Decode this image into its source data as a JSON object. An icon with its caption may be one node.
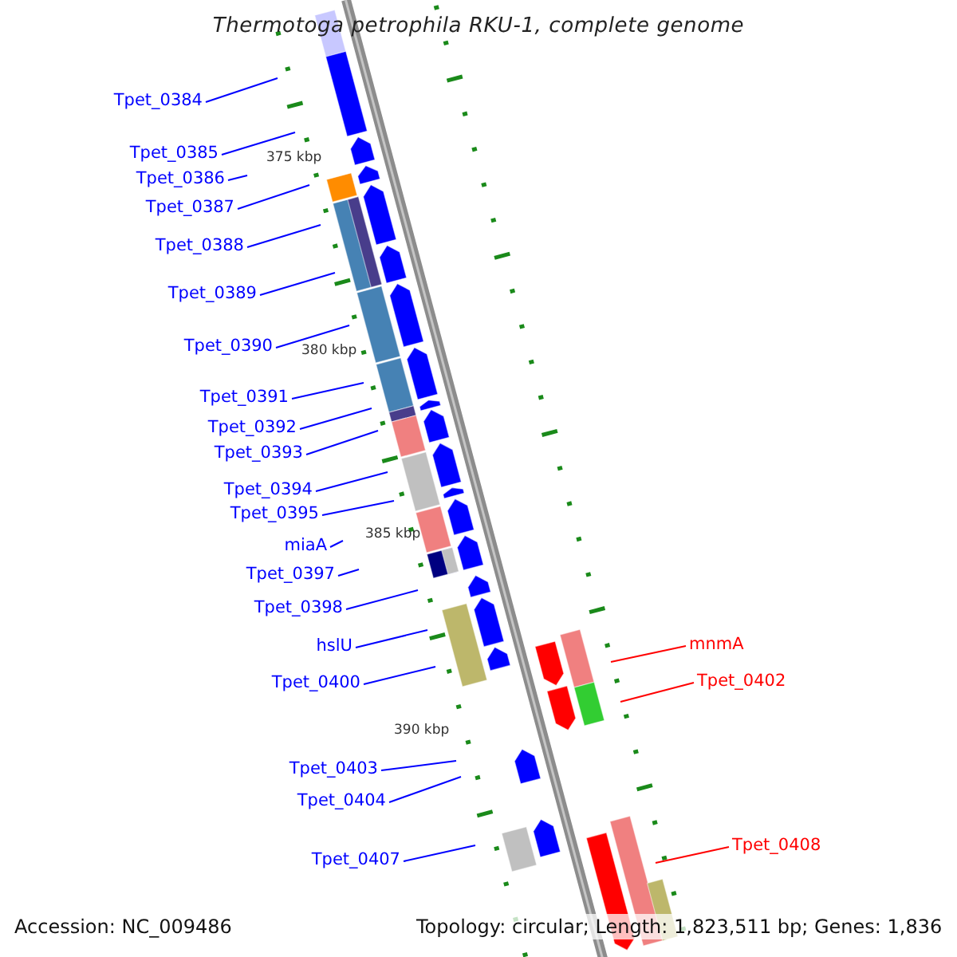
{
  "diagram": {
    "title": "Thermotoga petrophila RKU-1, complete genome",
    "nodes": [
      {
        "text": [
          "Tpet_0384"
        ]
      },
      {
        "text": [
          "Tpet_0385"
        ]
      },
      {
        "text": [
          "Tpet_0386"
        ]
      },
      {
        "text": [
          "Tpet_0387"
        ]
      },
      {
        "text": [
          "Tpet_0388"
        ]
      },
      {
        "text": [
          "Tpet_0389"
        ]
      },
      {
        "text": [
          "Tpet_0390"
        ]
      },
      {
        "text": [
          "Tpet_0391"
        ]
      },
      {
        "text": [
          "Tpet_0392"
        ]
      },
      {
        "text": [
          "Tpet_0393"
        ]
      },
      {
        "text": [
          "Tpet_0394"
        ]
      },
      {
        "text": [
          "Tpet_0395"
        ]
      },
      {
        "text": [
          "miaA"
        ]
      },
      {
        "text": [
          "Tpet_0397"
        ]
      },
      {
        "text": [
          "Tpet_0398"
        ]
      },
      {
        "text": [
          "hslU"
        ]
      },
      {
        "text": [
          "Tpet_0400"
        ]
      },
      {
        "text": [
          "Tpet_0403"
        ]
      },
      {
        "text": [
          "Tpet_0404"
        ]
      },
      {
        "text": [
          "Tpet_0407"
        ]
      },
      {
        "text": [
          "mnmA"
        ]
      },
      {
        "text": [
          "Tpet_0402"
        ]
      },
      {
        "text": [
          "Tpet_0408"
        ]
      }
    ],
    "edges": [
      {
        "from": 0,
        "to": null,
        "arrow": "none"
      },
      {
        "from": 1,
        "to": null,
        "arrow": "none"
      },
      {
        "from": 2,
        "to": null,
        "arrow": "none"
      },
      {
        "from": 3,
        "to": null,
        "arrow": "none"
      },
      {
        "from": 4,
        "to": null,
        "arrow": "none"
      },
      {
        "from": 5,
        "to": null,
        "arrow": "none"
      },
      {
        "from": 6,
        "to": null,
        "arrow": "none"
      },
      {
        "from": 7,
        "to": null,
        "arrow": "none"
      },
      {
        "from": 8,
        "to": null,
        "arrow": "none"
      },
      {
        "from": 9,
        "to": null,
        "arrow": "none"
      },
      {
        "from": 10,
        "to": null,
        "arrow": "none"
      },
      {
        "from": 11,
        "to": null,
        "arrow": "none"
      },
      {
        "from": 12,
        "to": null,
        "arrow": "none"
      },
      {
        "from": 13,
        "to": null,
        "arrow": "none"
      },
      {
        "from": 14,
        "to": null,
        "arrow": "none"
      },
      {
        "from": 15,
        "to": null,
        "arrow": "none"
      },
      {
        "from": 16,
        "to": null,
        "arrow": "none"
      },
      {
        "from": 17,
        "to": null,
        "arrow": "none"
      },
      {
        "from": 18,
        "to": null,
        "arrow": "none"
      },
      {
        "from": 19,
        "to": null,
        "arrow": "none"
      },
      {
        "from": 20,
        "to": null,
        "arrow": "none",
        "color": "#ff0000"
      },
      {
        "from": 21,
        "to": null,
        "arrow": "none",
        "color": "#ff0000"
      },
      {
        "from": 22,
        "to": null,
        "arrow": "none",
        "color": "#ff0000"
      }
    ],
    "labels": [
      "375 kbp",
      "380 kbp",
      "385 kbp",
      "390 kbp",
      "Accession: NC_009486",
      "Topology: circular; Length: 1,823,511 bp; Genes: 1,836"
    ]
  }
}
